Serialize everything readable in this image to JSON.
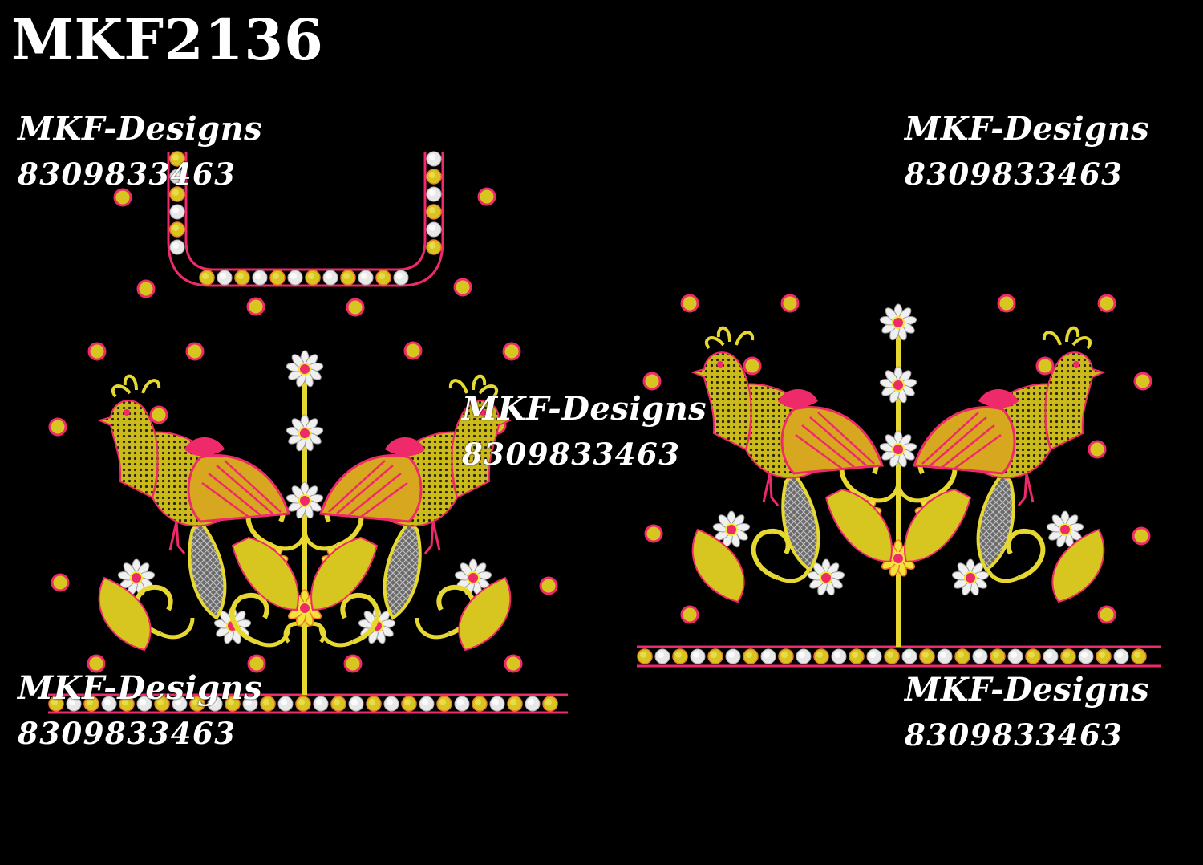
{
  "design_code": "MKF2136",
  "watermarks": [
    {
      "brand": "MKF-Designs",
      "phone": "8309833463"
    },
    {
      "brand": "MKF-Designs",
      "phone": "8309833463"
    },
    {
      "brand": "MKF-Designs",
      "phone": "8309833463"
    },
    {
      "brand": "MKF-Designs",
      "phone": "8309833463"
    },
    {
      "brand": "MKF-Designs",
      "phone": "8309833463"
    }
  ],
  "artwork": {
    "background": "#000000",
    "motif": "twin-peacock-tree-of-life",
    "colors": {
      "gold": "#d7c61f",
      "yellow": "#f2ea3a",
      "pink": "#ef2a6a",
      "white": "#f4f4f4",
      "grey": "#8a8a8a",
      "orange": "#f07a2a"
    }
  }
}
